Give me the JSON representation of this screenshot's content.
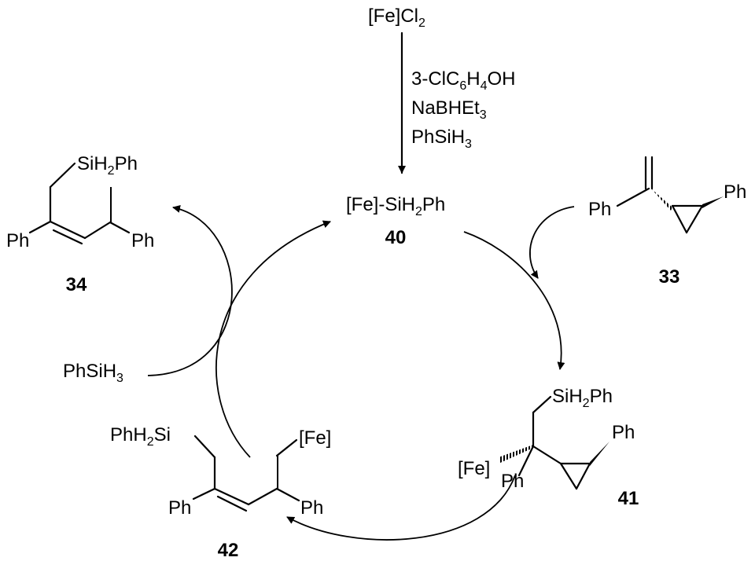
{
  "catalyst": {
    "base": "[Fe]Cl",
    "sub": "2"
  },
  "reagents": [
    {
      "parts": [
        "3-ClC",
        "6",
        "H",
        "4",
        "OH"
      ]
    },
    {
      "parts": [
        "NaBHEt",
        "3"
      ]
    },
    {
      "parts": [
        "PhSiH",
        "3"
      ]
    }
  ],
  "c40": {
    "parts": [
      "[Fe]-SiH",
      "2",
      "Ph"
    ],
    "number": "40"
  },
  "c33": {
    "ph1": "Ph",
    "ph2": "Ph",
    "number": "33"
  },
  "c34": {
    "si": [
      "SiH",
      "2",
      "Ph"
    ],
    "ph1": "Ph",
    "ph2": "Ph",
    "number": "34"
  },
  "silane": {
    "parts": [
      "PhSiH",
      "3"
    ]
  },
  "c41": {
    "si": [
      "SiH",
      "2",
      "Ph"
    ],
    "fe": "[Fe]",
    "ph_a": "Ph",
    "ph_b": "Ph",
    "number": "41"
  },
  "c42": {
    "si": [
      "PhH",
      "2",
      "Si"
    ],
    "fe": "[Fe]",
    "ph1": "Ph",
    "ph2": "Ph",
    "number": "42"
  }
}
